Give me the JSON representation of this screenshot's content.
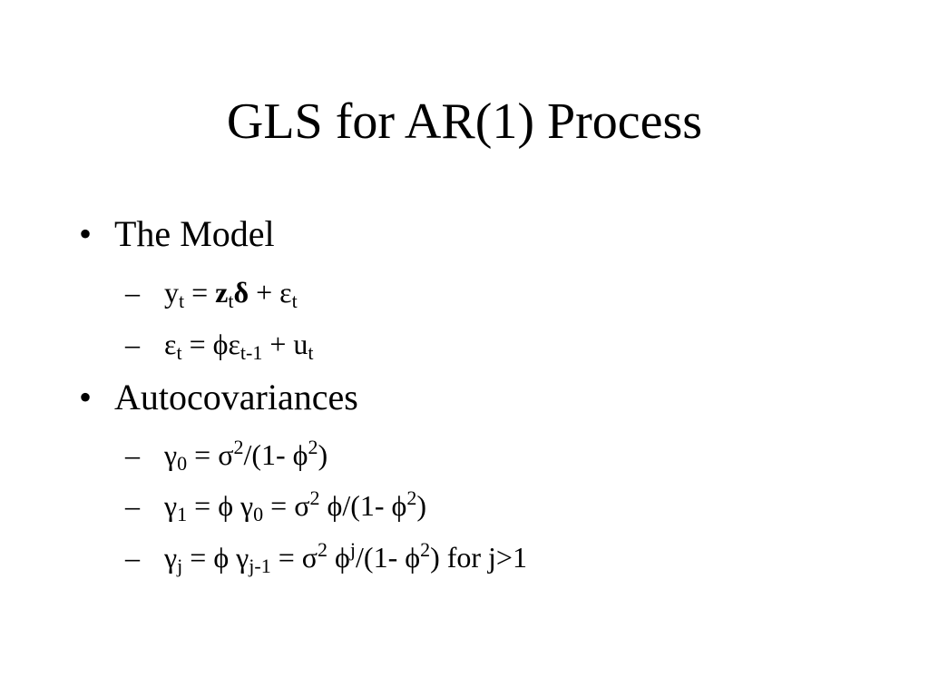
{
  "slide": {
    "title": "GLS for AR(1) Process",
    "bullets": [
      {
        "marker": "•",
        "text": "The Model",
        "items": [
          {
            "marker": "–",
            "parts": [
              "y",
              "t",
              " = ",
              "z",
              "t",
              "δ",
              " + ",
              "ε",
              "t"
            ]
          },
          {
            "marker": "–",
            "parts": [
              "ε",
              "t",
              " = ",
              "ϕε",
              "t-1",
              " + u",
              "t"
            ]
          }
        ]
      },
      {
        "marker": "•",
        "text": "Autocovariances",
        "items": [
          {
            "marker": "–",
            "parts": [
              "γ",
              "0",
              " = ",
              "σ",
              "2",
              "/(1- ",
              "ϕ",
              "2",
              ")"
            ]
          },
          {
            "marker": "–",
            "parts": [
              "γ",
              "1",
              " = ϕ ",
              "γ",
              "0",
              " = ",
              "σ",
              "2",
              " ϕ/(1- ",
              "ϕ",
              "2",
              ")"
            ]
          },
          {
            "marker": "–",
            "parts": [
              "γ",
              "j",
              " = ϕ ",
              "γ",
              "j-1",
              " = ",
              "σ",
              "2",
              " ϕ",
              "j",
              "/(1- ",
              "ϕ",
              "2",
              ") for j>1"
            ]
          }
        ]
      }
    ]
  }
}
